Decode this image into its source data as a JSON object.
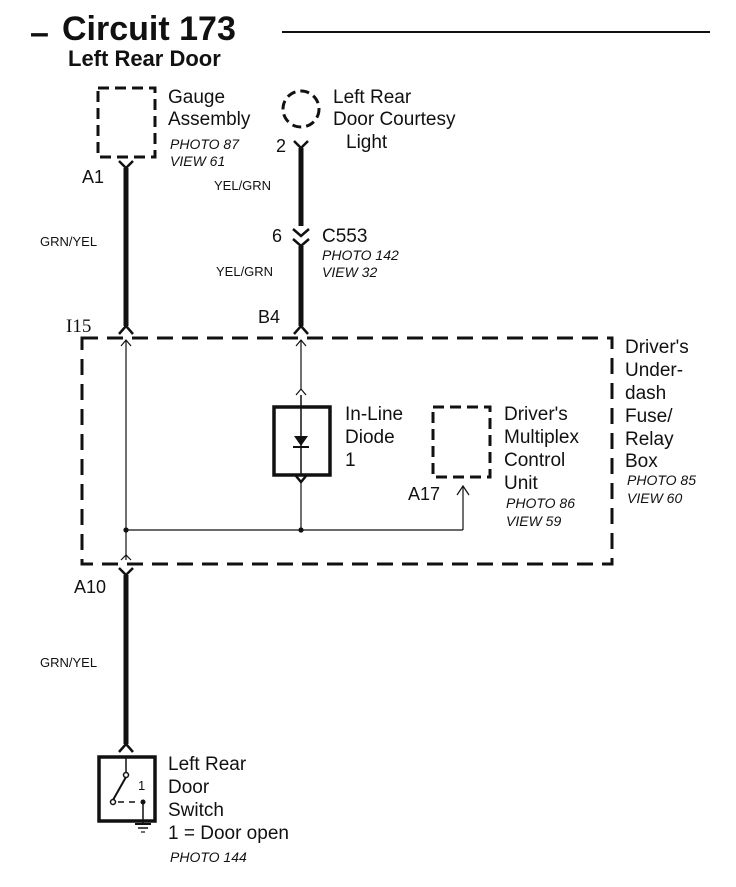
{
  "header": {
    "dash": "–",
    "title": "Circuit 173",
    "subtitle": "Left Rear Door"
  },
  "gauge_assembly": {
    "name_lines": [
      "Gauge",
      "Assembly"
    ],
    "ref_lines": [
      "PHOTO 87",
      "VIEW 61"
    ],
    "pin": "A1"
  },
  "courtesy_light": {
    "name_lines": [
      "Left Rear",
      "Door Courtesy",
      "Light"
    ],
    "pin": "2"
  },
  "connector_c553": {
    "pin": "6",
    "name": "C553",
    "ref_lines": [
      "PHOTO 142",
      "VIEW 32"
    ]
  },
  "wires": {
    "upper_left": "GRN/YEL",
    "upper_right_a": "YEL/GRN",
    "upper_right_b": "YEL/GRN",
    "lower_left": "GRN/YEL"
  },
  "fuse_box": {
    "name_lines": [
      "Driver's",
      "Under-",
      "dash",
      "Fuse/",
      "Relay",
      "Box"
    ],
    "ref_lines": [
      "PHOTO 85",
      "VIEW 60"
    ],
    "pin_i15": "I15",
    "pin_b4": "B4",
    "pin_a10": "A10"
  },
  "diode": {
    "name_lines": [
      "In-Line",
      "Diode",
      "1"
    ]
  },
  "mpcu": {
    "name_lines": [
      "Driver's",
      "Multiplex",
      "Control",
      "Unit"
    ],
    "ref_lines": [
      "PHOTO 86",
      "VIEW 59"
    ],
    "pin": "A17"
  },
  "door_switch": {
    "name_lines": [
      "Left Rear",
      "Door",
      "Switch",
      "1 = Door open"
    ],
    "ref": "PHOTO 144",
    "contact_label": "1"
  }
}
